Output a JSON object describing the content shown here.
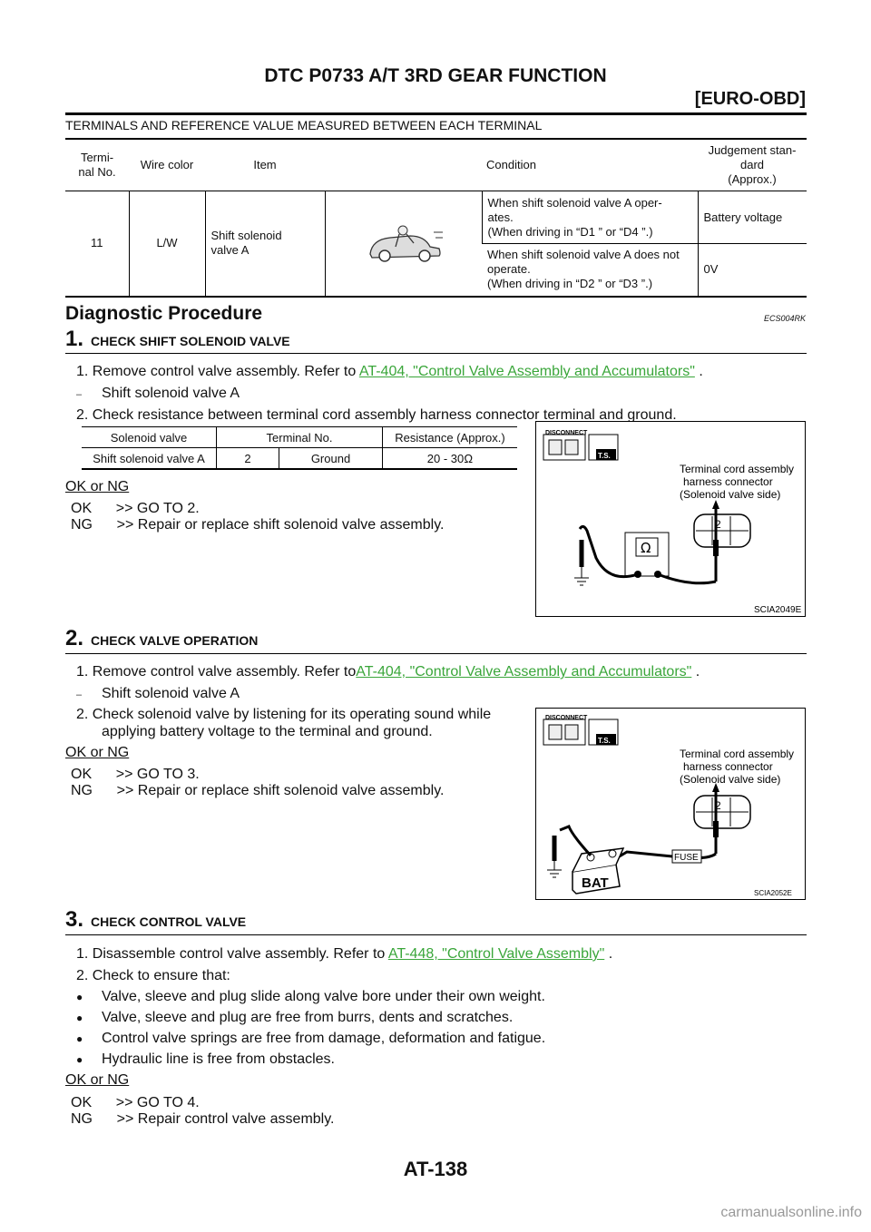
{
  "header": {
    "title": "DTC P0733 A/T 3RD GEAR FUNCTION",
    "section": "[EURO-OBD]"
  },
  "terminals": {
    "heading": "TERMINALS AND REFERENCE VALUE MEASURED BETWEEN EACH TERMINAL",
    "columns": [
      "Termi-\nnal No.",
      "Wire color",
      "Item",
      "Condition",
      "Judgement stan-\ndard\n(Approx.)"
    ],
    "row": {
      "terminal": "11",
      "wire": "L/W",
      "item": "Shift solenoid\nvalve A",
      "cond1": "When shift solenoid valve A oper-\nates.\n(When driving in “D1 ” or “D4 ”.)",
      "std1": "Battery voltage",
      "cond2": "When shift solenoid valve A does not\noperate.\n(When driving in “D2 ” or “D3 ”.)",
      "std2": "0V"
    }
  },
  "diagnostic": {
    "title": "Diagnostic Procedure",
    "code": "ECS004RK"
  },
  "step1": {
    "num": "1.",
    "title": "CHECK SHIFT SOLENOID VALVE",
    "line1_pre": "1.   Remove control valve assembly. Refer to ",
    "line1_link": "AT-404, \"Control Valve Assembly and Accumulators\"",
    "line1_post": " .",
    "dash": "–",
    "sub": "Shift solenoid valve A",
    "line2": "2.   Check resistance between terminal cord assembly harness connector terminal and ground.",
    "table": {
      "headers": [
        "Solenoid valve",
        "Terminal No.",
        "Resistance (Approx.)"
      ],
      "row": [
        "Shift solenoid valve A",
        "2",
        "Ground",
        "20 - 30Ω"
      ]
    },
    "okng": "OK or NG",
    "ok": "OK      >> GO TO 2.",
    "ng": "NG      >> Repair or replace shift solenoid valve assembly.",
    "fig": {
      "disconnect": "DISCONNECT",
      "ts": "T.S.",
      "caption": "Terminal cord assembly\n  harness connector\n(Solenoid valve side)",
      "pin": "2",
      "ohm": "Ω",
      "id": "SCIA2049E"
    }
  },
  "step2": {
    "num": "2.",
    "title": "CHECK VALVE OPERATION",
    "line1_pre": "1.   Remove control valve assembly. Refer to",
    "line1_link": "AT-404, \"Control Valve Assembly and Accumulators\"",
    "line1_post": " .",
    "dash": "–",
    "sub": "Shift solenoid valve A",
    "line2a": "2.   Check solenoid valve by listening for its operating sound while",
    "line2b": "applying battery voltage to the terminal and ground.",
    "okng": "OK or NG",
    "ok": "OK      >> GO TO 3.",
    "ng": "NG      >> Repair or replace shift solenoid valve assembly.",
    "fig": {
      "disconnect": "DISCONNECT",
      "ts": "T.S.",
      "caption": "Terminal cord assembly\n  harness connector\n(Solenoid valve side)",
      "pin": "2",
      "fuse": "FUSE",
      "bat": "BAT",
      "id": "SCIA2052E"
    }
  },
  "step3": {
    "num": "3.",
    "title": "CHECK CONTROL VALVE",
    "line1_pre": "1.   Disassemble control valve assembly. Refer to ",
    "line1_link": "AT-448, \"Control Valve Assembly\"",
    "line1_post": " .",
    "line2": "2.   Check to ensure that:",
    "bullet": "●",
    "bullets": [
      "Valve, sleeve and plug slide along valve bore under their own weight.",
      "Valve, sleeve and plug are free from burrs, dents and scratches.",
      "Control valve springs are free from damage, deformation and fatigue.",
      "Hydraulic line is free from obstacles."
    ],
    "okng": "OK or NG",
    "ok": "OK      >> GO TO 4.",
    "ng": "NG      >> Repair control valve assembly."
  },
  "footer": {
    "page": "AT-138"
  },
  "watermark": "carmanualsonline.info"
}
